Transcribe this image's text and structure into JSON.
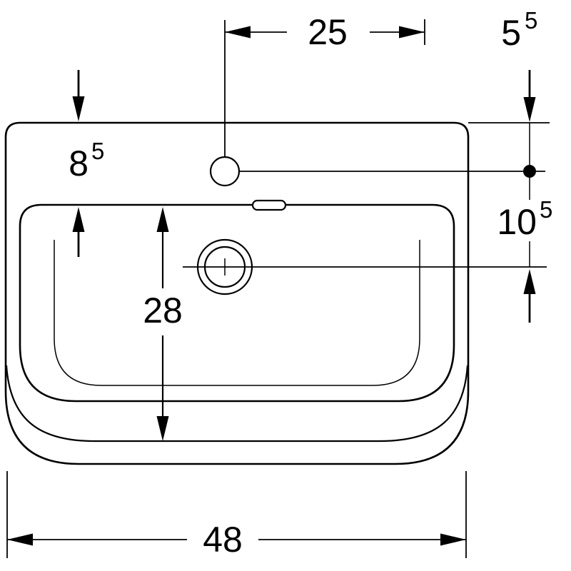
{
  "drawing": {
    "type": "technical-dimension-drawing",
    "subject": "washbasin-top-view",
    "colors": {
      "line": "#000000",
      "background": "#ffffff"
    },
    "dims": {
      "d25": "25",
      "d55_main": "5",
      "d55_sup": "5",
      "d85_main": "8",
      "d85_sup": "5",
      "d105_main": "10",
      "d105_sup": "5",
      "d28": "28",
      "d48": "48"
    }
  }
}
